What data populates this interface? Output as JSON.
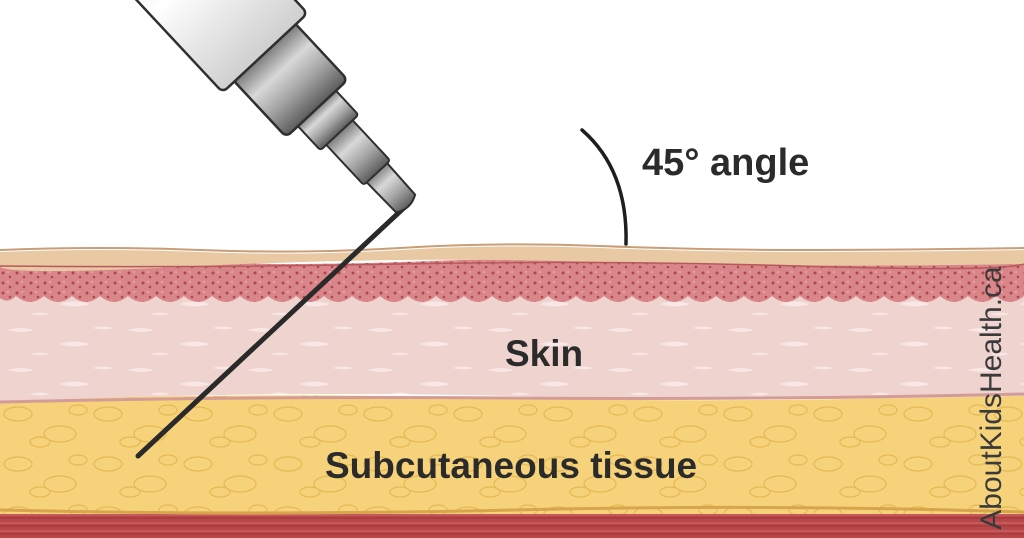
{
  "labels": {
    "angle": "45° angle",
    "skin": "Skin",
    "subcutaneous": "Subcutaneous tissue"
  },
  "watermark": "AboutKidsHealth.ca",
  "colors": {
    "background": "#ffffff",
    "epidermis_top": "#e8c9a4",
    "epidermis_red": "#c9656a",
    "dermis": "#efd3cf",
    "subcutaneous": "#f6d27a",
    "muscle": "#b8474a",
    "needle": "#2a2a2a",
    "syringe_metal": "#9c9c9c",
    "label_text": "#2b2b2b"
  },
  "icons": {
    "syringe": "syringe-icon",
    "needle": "needle-icon"
  }
}
